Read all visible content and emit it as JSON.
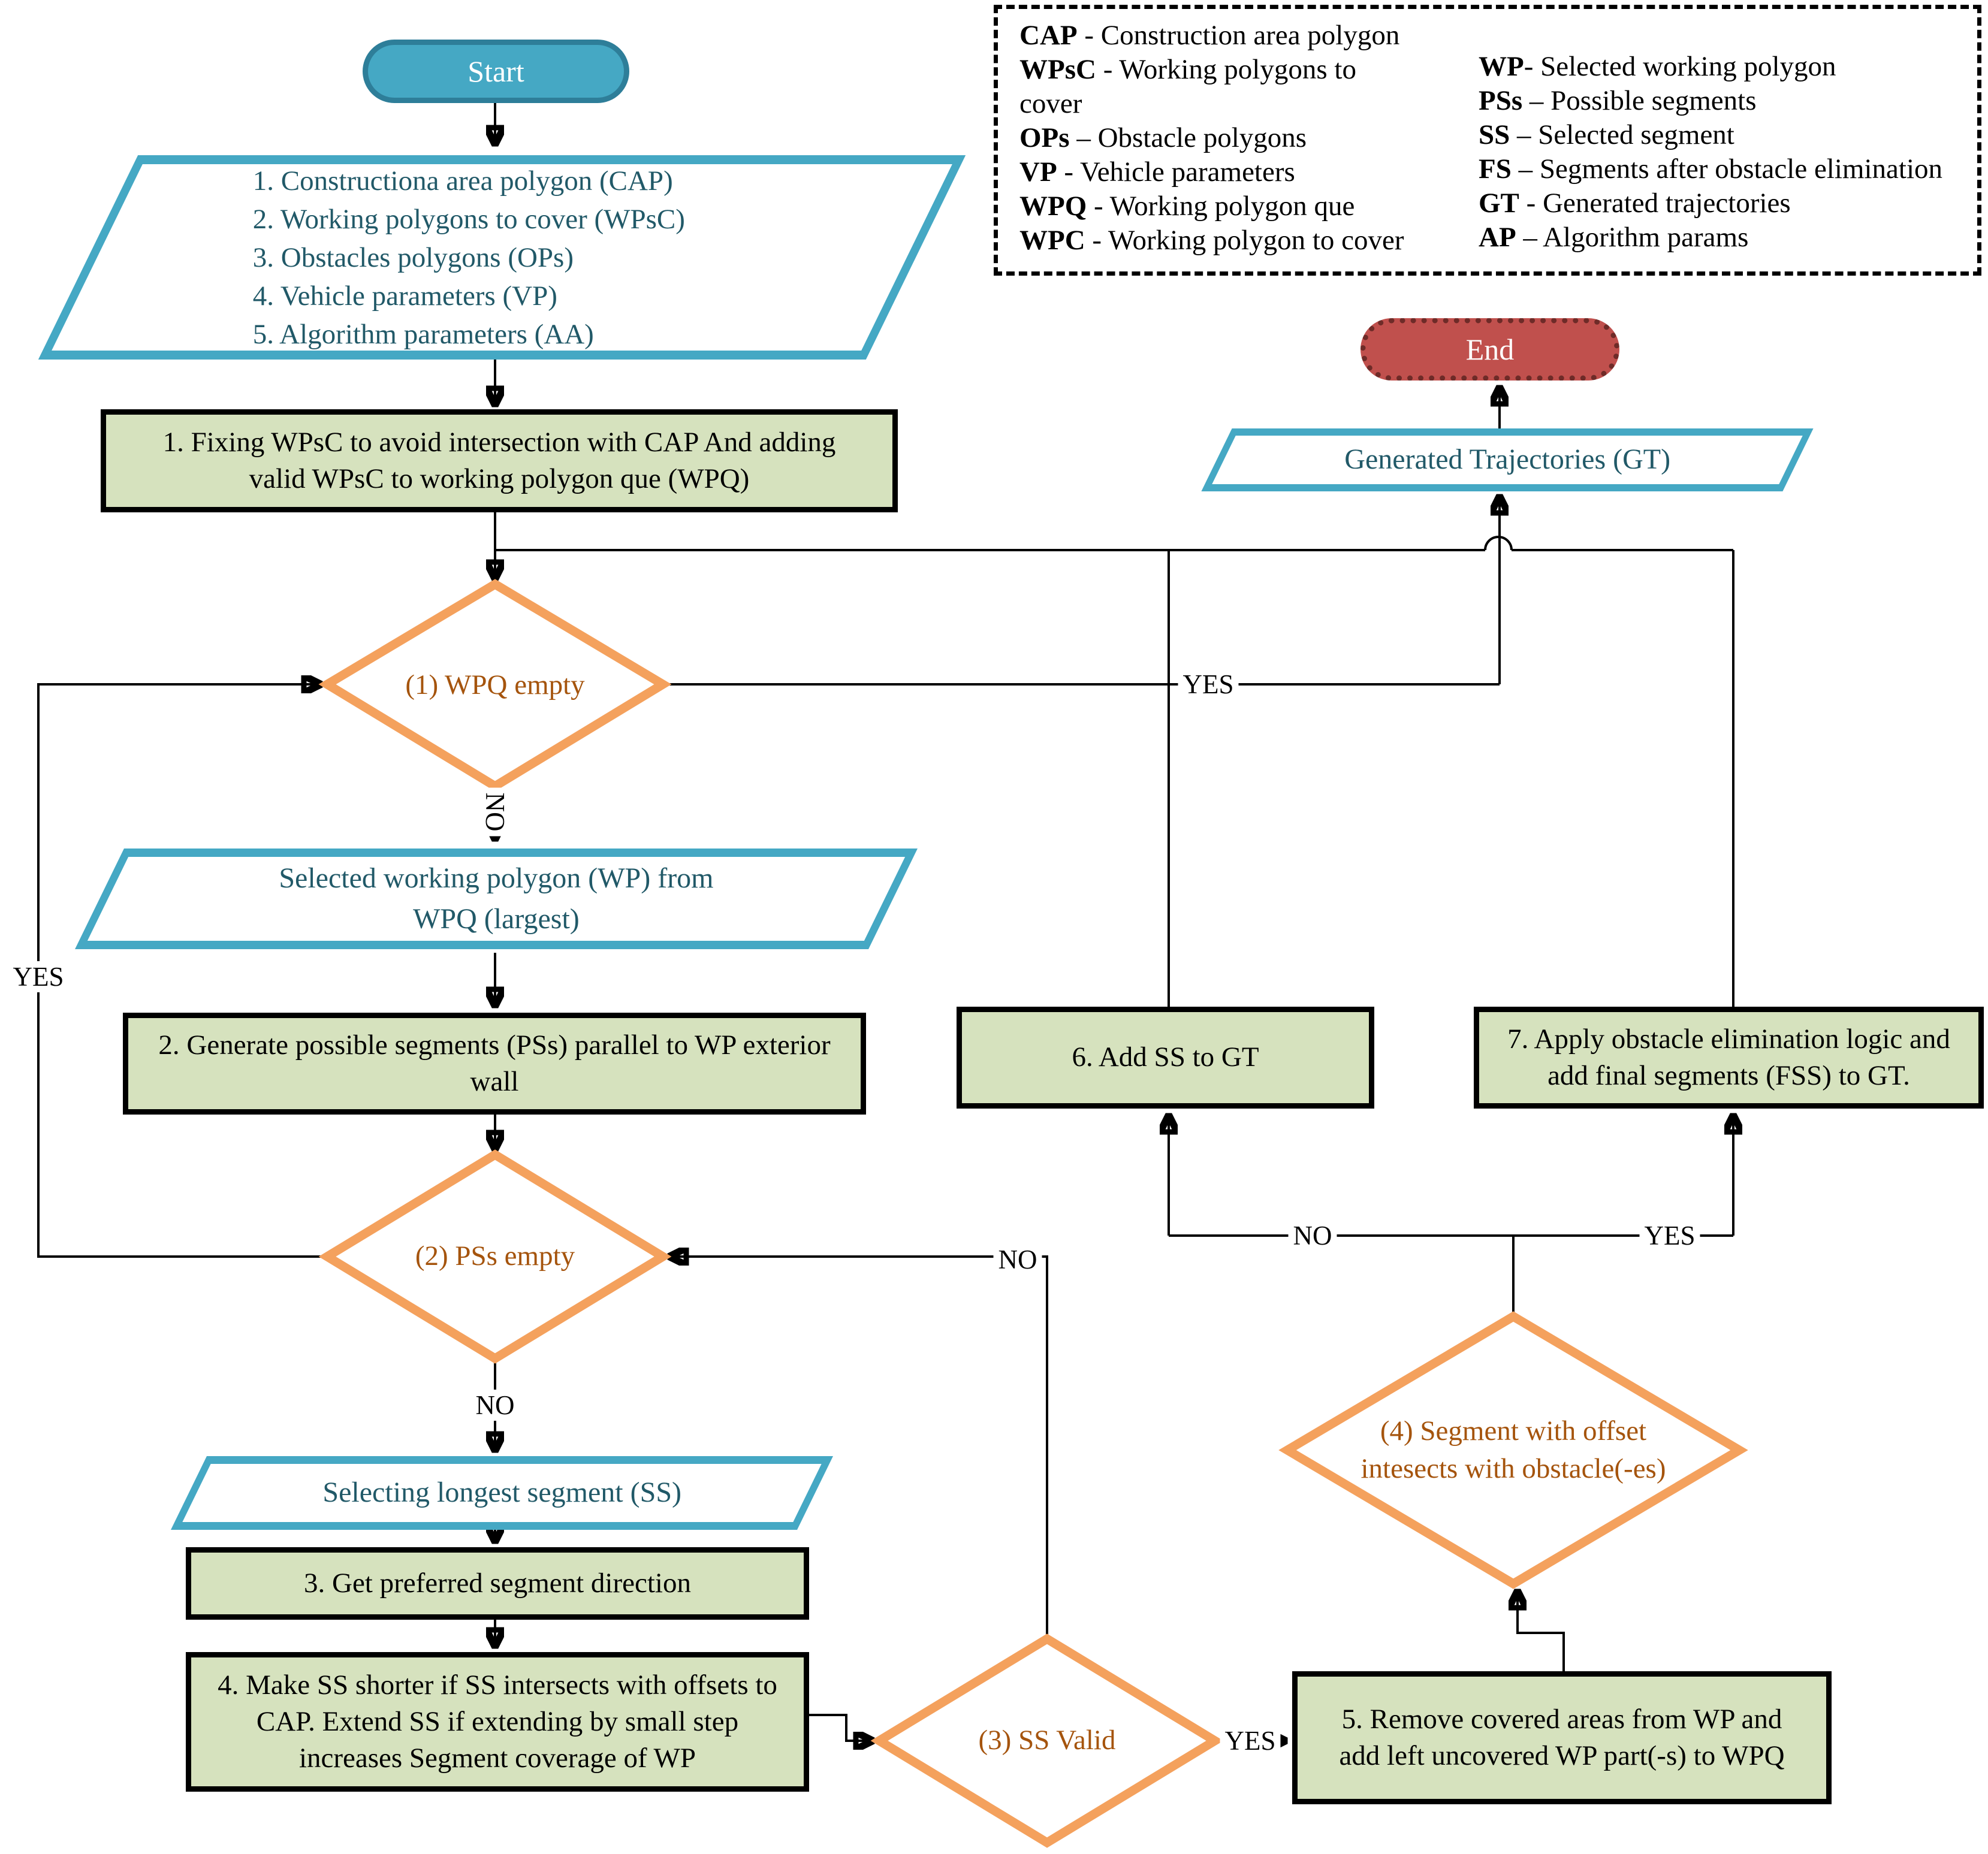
{
  "palette": {
    "teal_fill": "#45A8C4",
    "teal_border": "#2E7E99",
    "teal_text": "#215968",
    "green_fill": "#D6E2BE",
    "orange_border": "#F4A15D",
    "orange_text": "#A5540D",
    "red_fill": "#C0504D",
    "red_border": "#6E2B28"
  },
  "nodes": {
    "start": "Start",
    "end": "End",
    "inputs": "1. Constructiona area polygon (CAP)\n2. Working polygons to cover (WPsC)\n3. Obstacles polygons (OPs)\n4. Vehicle parameters (VP)\n5. Algorithm parameters (AA)",
    "box1": "1. Fixing WPsC  to avoid intersection with CAP And adding\nvalid WPsC to working polygon que (WPQ)",
    "decision1": "(1) WPQ empty",
    "wp_select": "Selected working polygon (WP) from\nWPQ (largest)",
    "box2": "2. Generate possible segments (PSs) parallel to WP exterior\nwall",
    "decision2": "(2) PSs empty",
    "longest_segment": "Selecting longest segment (SS)",
    "box3": "3. Get preferred segment direction",
    "box4": "4. Make SS shorter if SS intersects with offsets to\nCAP. Extend SS if extending by small step\nincreases Segment coverage of WP",
    "decision3": "(3) SS Valid",
    "box5": "5. Remove covered areas from WP and\nadd left uncovered WP part(-s) to WPQ",
    "decision4": "(4) Segment with offset\nintesects with obstacle(-es)",
    "box6": "6. Add SS to GT",
    "box7": "7. Apply obstacle elimination logic and\nadd final segments (FSS) to GT.",
    "generated_trajectories": "Generated Trajectories (GT)"
  },
  "labels": {
    "d1_yes": "YES",
    "d1_no": "NO",
    "d2_yes": "YES",
    "d2_no": "NO",
    "d3_yes": "YES",
    "d3_no": "NO",
    "d4_yes": "YES",
    "d4_no": "NO"
  },
  "legend": {
    "col1": [
      {
        "abbr": "CAP",
        "desc": " - Construction area polygon"
      },
      {
        "abbr": "WPsC",
        "desc": " - Working polygons to\ncover"
      },
      {
        "abbr": "OPs",
        "desc": " – Obstacle polygons"
      },
      {
        "abbr": "VP",
        "desc": " - Vehicle parameters"
      },
      {
        "abbr": "WPQ",
        "desc": " - Working polygon que"
      },
      {
        "abbr": "WPC",
        "desc": " - Working polygon to cover"
      }
    ],
    "col2": [
      {
        "abbr": "WP",
        "desc": "- Selected working polygon"
      },
      {
        "abbr": "PSs",
        "desc": " – Possible segments"
      },
      {
        "abbr": "SS",
        "desc": " – Selected segment"
      },
      {
        "abbr": "FS",
        "desc": " – Segments after obstacle elimination"
      },
      {
        "abbr": "GT",
        "desc": " - Generated trajectories"
      },
      {
        "abbr": "AP",
        "desc": " – Algorithm params"
      }
    ]
  }
}
